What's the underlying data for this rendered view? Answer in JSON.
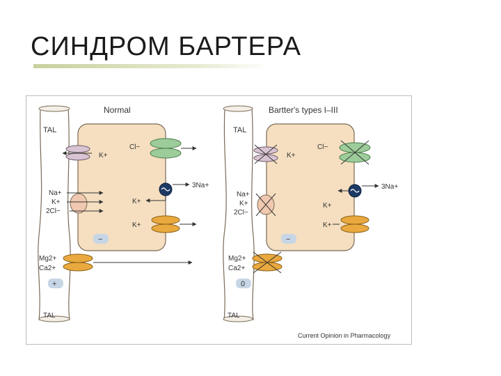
{
  "slide": {
    "title": "СИНДРОМ БАРТЕРА"
  },
  "figure": {
    "credit": "Current Opinion in Pharmacology",
    "panels": [
      {
        "heading": "Normal",
        "tal_top": "TAL",
        "tal_bottom": "TAL",
        "cl_label": "Cl−",
        "k_romk": "K+",
        "nkcc_na": "Na+",
        "nkcc_k": "K+",
        "nkcc_cl": "2Cl−",
        "pump_na": "3Na+",
        "pump_k": "K+",
        "k_channel": "K+",
        "cell_charge": "−",
        "mg": "Mg2+",
        "ca": "Ca2+",
        "lumen_charge": "+"
      },
      {
        "heading": "Bartter's types I–III",
        "tal_top": "TAL",
        "tal_bottom": "TAL",
        "cl_label": "Cl−",
        "k_romk": "K+",
        "nkcc_na": "Na+",
        "nkcc_k": "K+",
        "nkcc_cl": "2Cl−",
        "pump_na": "3Na+",
        "pump_k": "K+",
        "k_channel": "K+",
        "cell_charge": "−",
        "mg": "Mg2+",
        "ca": "Ca2+",
        "lumen_charge": "0"
      }
    ],
    "colors": {
      "cell": "#f5dfc0",
      "cell_border": "#7a6a55",
      "romk": "#d9c4d4",
      "clc": "#9ccc9a",
      "nkcc": "#f0c8b0",
      "k_channel": "#e9a93e",
      "pump": "#1d3a63",
      "charge_badge": "#c7d6e6"
    }
  }
}
